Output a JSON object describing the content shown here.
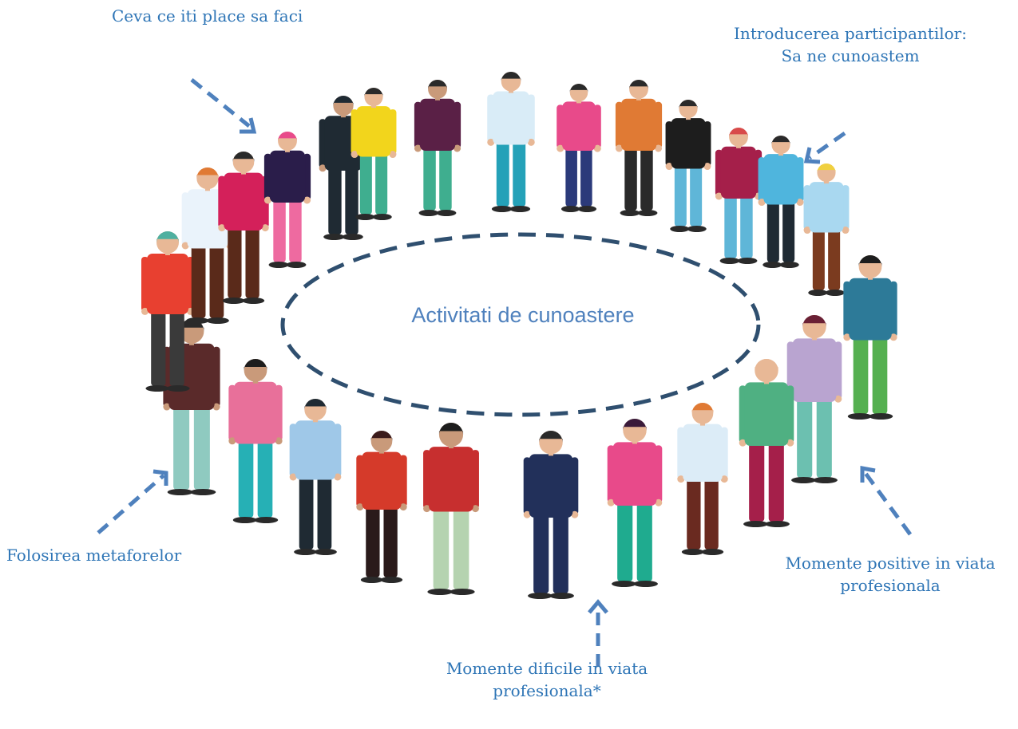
{
  "center": {
    "title": "Activitati de cunoastere"
  },
  "labels": {
    "top_left": "Ceva ce iti place sa faci",
    "top_right_line1": "Introducerea participantilor:",
    "top_right_line2": "Sa ne cunoastem",
    "left": "Folosirea metaforelor",
    "bottom_line1": "Momente dificile in viata",
    "bottom_line2": "profesionala*",
    "right_line1": "Momente positive in viata",
    "right_line2": "profesionala"
  },
  "colors": {
    "label_text": "#2e75b6",
    "arrow": "#4f81bd",
    "ellipse": "#2f4f6f",
    "center_text": "#4f81bd"
  },
  "illustration": {
    "icon": "people-circle-illustration"
  }
}
